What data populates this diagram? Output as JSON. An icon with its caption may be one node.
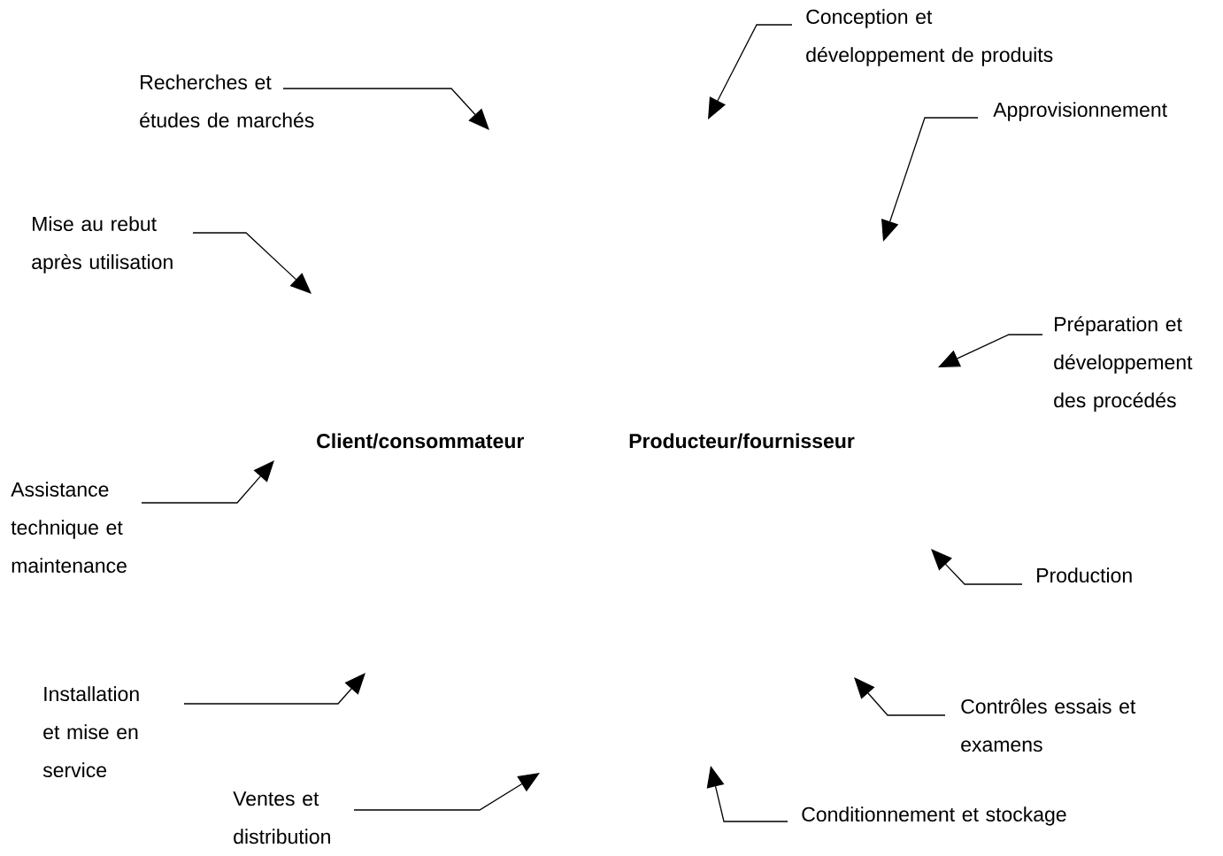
{
  "diagram": {
    "nodes": [
      {
        "text": [
          "Conception et développement de produits"
        ]
      },
      {
        "text": [
          "Recherches et études de marchés"
        ]
      },
      {
        "text": [
          "Approvisionnement"
        ]
      },
      {
        "text": [
          "Mise au rebut après utilisation"
        ]
      },
      {
        "text": [
          "Préparation et développement des procédés"
        ]
      },
      {
        "text": [
          "Assistance technique et maintenance"
        ]
      },
      {
        "text": [
          "Production"
        ]
      },
      {
        "text": [
          "Installation et mise en service"
        ]
      },
      {
        "text": [
          "Contrôles essais et examens"
        ]
      },
      {
        "text": [
          "Ventes et distribution"
        ]
      },
      {
        "text": [
          "Conditionnement et stockage"
        ]
      }
    ],
    "edges": [
      {
        "from": 0,
        "to": null,
        "arrow": "to"
      },
      {
        "from": 1,
        "to": null,
        "arrow": "to"
      },
      {
        "from": 2,
        "to": null,
        "arrow": "to"
      },
      {
        "from": 3,
        "to": null,
        "arrow": "to"
      },
      {
        "from": 4,
        "to": null,
        "arrow": "to"
      },
      {
        "from": 5,
        "to": null,
        "arrow": "to"
      },
      {
        "from": 6,
        "to": null,
        "arrow": "to"
      },
      {
        "from": 7,
        "to": null,
        "arrow": "to"
      },
      {
        "from": 8,
        "to": null,
        "arrow": "to"
      },
      {
        "from": 9,
        "to": null,
        "arrow": "to"
      },
      {
        "from": 10,
        "to": null,
        "arrow": "to"
      }
    ],
    "labels": [
      "Client/consommateur",
      "Producteur/fournisseur"
    ]
  }
}
